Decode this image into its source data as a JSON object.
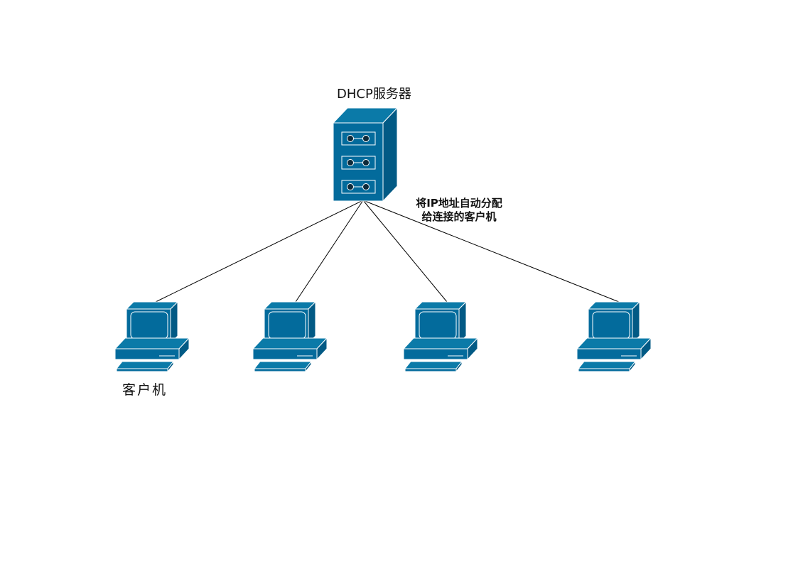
{
  "diagram": {
    "server_label": "DHCP服务器",
    "annotation_line1": "将IP地址自动分配",
    "annotation_line2": "给连接的客户机",
    "client_label": "客户机"
  },
  "colors": {
    "device_fill": "#036b9c",
    "device_dark": "#025a85",
    "device_stroke": "#ffffff",
    "link_line": "#000000"
  },
  "icons": {
    "server": "server-tower-icon",
    "client": "desktop-computer-icon"
  }
}
